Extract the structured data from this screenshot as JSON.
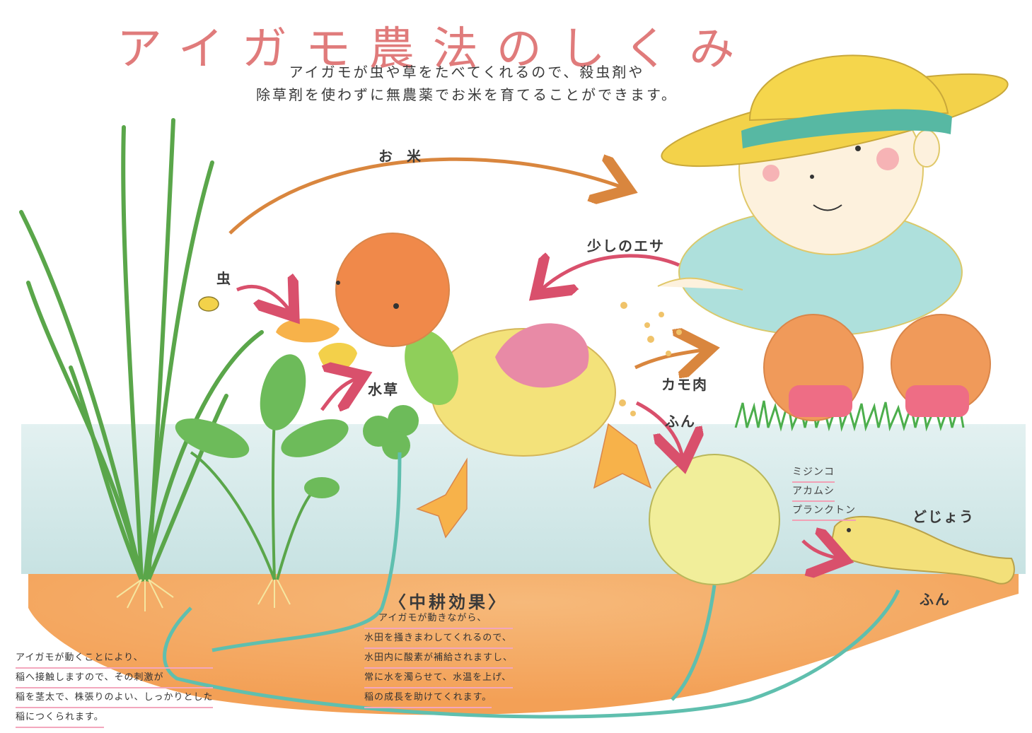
{
  "title": "アイガモ農法のしくみ",
  "lead": {
    "line1": "アイガモが虫や草をたべてくれるので、殺虫剤や",
    "line2": "除草剤を使わずに無農薬でお米を育てることができます。"
  },
  "labels": {
    "rice": "お米",
    "feed": "少しのエサ",
    "insect": "虫",
    "water_plant": "水草",
    "duck_meat": "カモ肉",
    "dung1": "ふん",
    "loach": "どじょう",
    "dung2": "ふん",
    "micro": [
      "ミジンコ",
      "アカムシ",
      "プランクトン"
    ]
  },
  "left_note": [
    "アイガモが動くことにより、",
    "稲へ接触しますので、その刺激が",
    "稲を茎太で、株張りのよい、しっかりとした",
    "稲につくられます。"
  ],
  "center_note": {
    "heading": "〈中耕効果〉",
    "lines": [
      "アイガモが動きながら、",
      "水田を掻きまわしてくれるので、",
      "水田内に酸素が補給されますし、",
      "常に水を濁らせて、水温を上げ、",
      "稲の成長を助けてくれます。"
    ]
  },
  "colors": {
    "title": "#e07b7b",
    "water": "#cfe6e6",
    "soil": "#f3a35f",
    "arrow_orange": "#d9863e",
    "arrow_pink": "#d9506c",
    "hat": "#f3d24a",
    "hat_band": "#57b8a3",
    "duck_head": "#f0894a",
    "duck_body": "#f3e27a",
    "wing": "#e88aa6"
  }
}
